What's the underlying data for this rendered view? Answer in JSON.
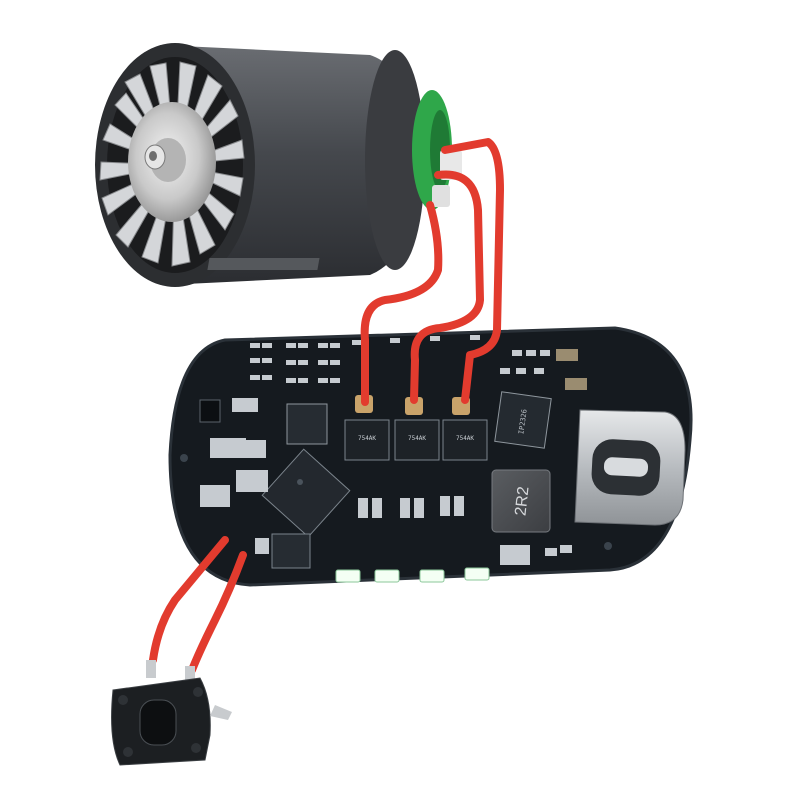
{
  "labels": {
    "mosfet_1": "754AK",
    "mosfet_2": "754AK",
    "mosfet_3": "754AK",
    "inductor": "2R2",
    "ic_marking": "IP2326"
  },
  "colors": {
    "background": "#ffffff",
    "wire": "#e23b2e",
    "pcb": "#151a1f",
    "motor_body": "#4a4d52",
    "usb_metal": "#c9ccd0",
    "led": "#f4fff4"
  }
}
